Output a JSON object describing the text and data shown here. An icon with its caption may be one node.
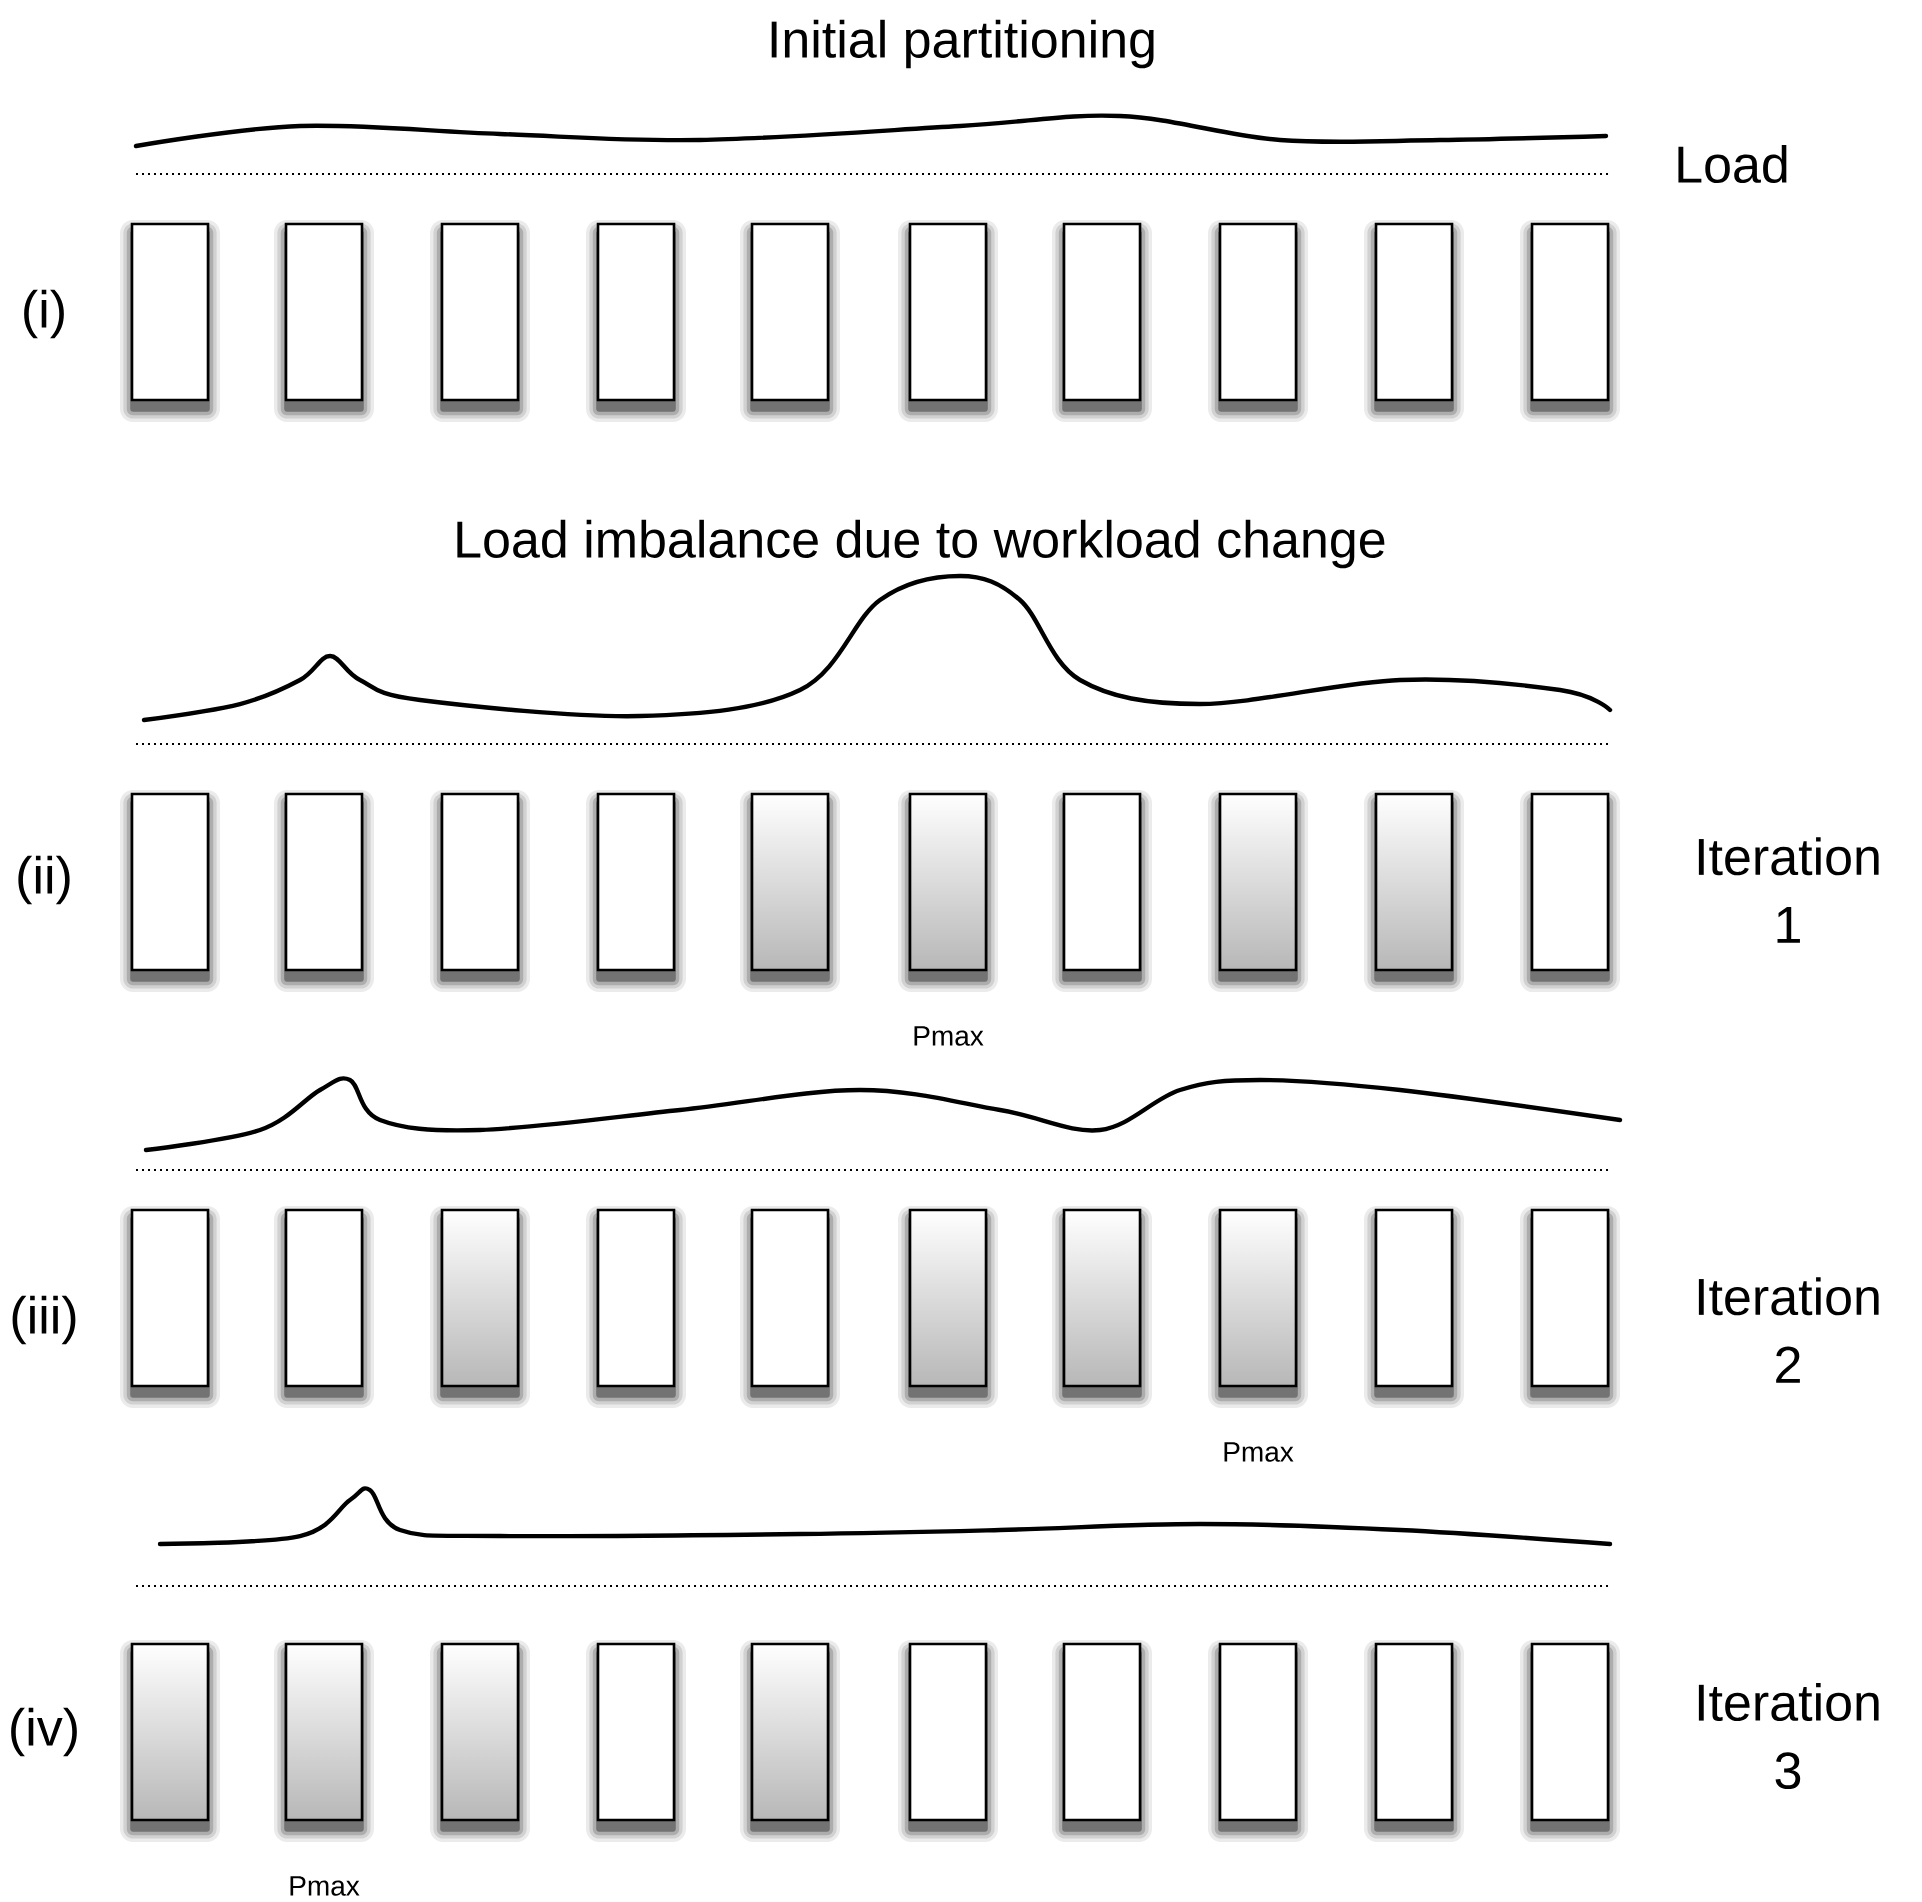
{
  "diagram": {
    "nodes": [
      {
        "text": [],
        "shape": "box"
      },
      {
        "text": [],
        "shape": "box"
      },
      {
        "text": [],
        "shape": "box"
      },
      {
        "text": [],
        "shape": "box"
      },
      {
        "text": [],
        "shape": "box"
      },
      {
        "text": [],
        "shape": "box"
      },
      {
        "text": [],
        "shape": "box"
      },
      {
        "text": [],
        "shape": "box"
      },
      {
        "text": [],
        "shape": "box"
      },
      {
        "text": [],
        "shape": "box"
      },
      {
        "text": [],
        "shape": "box"
      },
      {
        "text": [],
        "shape": "box"
      },
      {
        "text": [],
        "shape": "box"
      },
      {
        "text": [],
        "shape": "box"
      },
      {
        "text": [],
        "shape": "box"
      },
      {
        "text": [],
        "shape": "box",
        "beside": [
          "Pmax"
        ]
      },
      {
        "text": [],
        "shape": "box"
      },
      {
        "text": [],
        "shape": "box"
      },
      {
        "text": [],
        "shape": "box"
      },
      {
        "text": [],
        "shape": "box"
      },
      {
        "text": [],
        "shape": "box"
      },
      {
        "text": [],
        "shape": "box"
      },
      {
        "text": [],
        "shape": "box"
      },
      {
        "text": [],
        "shape": "box"
      },
      {
        "text": [],
        "shape": "box"
      },
      {
        "text": [],
        "shape": "box"
      },
      {
        "text": [],
        "shape": "box"
      },
      {
        "text": [],
        "shape": "box",
        "beside": [
          "Pmax"
        ]
      },
      {
        "text": [],
        "shape": "box"
      },
      {
        "text": [],
        "shape": "box"
      },
      {
        "text": [],
        "shape": "box"
      },
      {
        "text": [],
        "shape": "box",
        "beside": [
          "Pmax"
        ]
      },
      {
        "text": [],
        "shape": "box"
      },
      {
        "text": [],
        "shape": "box"
      },
      {
        "text": [],
        "shape": "box"
      },
      {
        "text": [],
        "shape": "box"
      },
      {
        "text": [],
        "shape": "box"
      },
      {
        "text": [],
        "shape": "box"
      },
      {
        "text": [],
        "shape": "box"
      },
      {
        "text": [],
        "shape": "box"
      }
    ],
    "labels": [
      "Initial partitioning",
      "Load",
      "(i)",
      "Load imbalance due to workload change",
      "(ii)",
      "Iteration 1",
      "(iii)",
      "Iteration 2",
      "(iv)",
      "Iteration 3"
    ]
  }
}
